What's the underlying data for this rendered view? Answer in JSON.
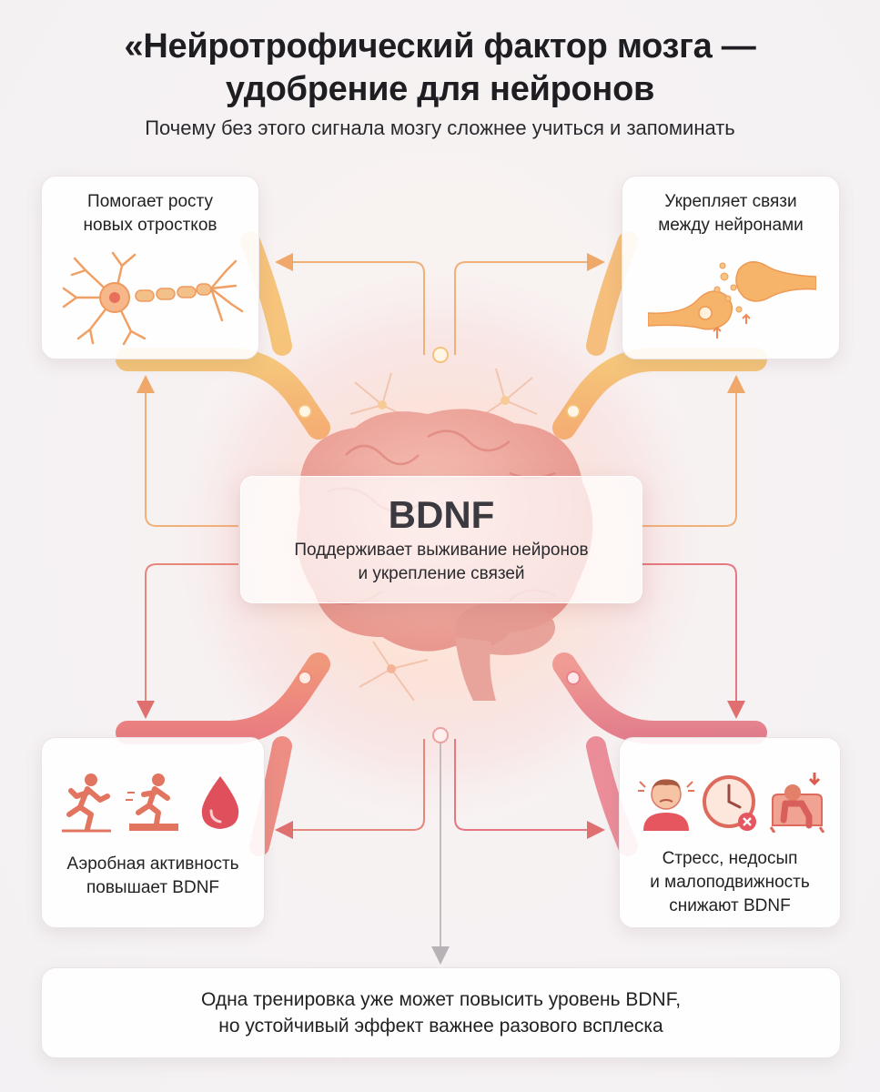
{
  "header": {
    "title_line1": "«Нейротрофический фактор мозга —",
    "title_line2": "удобрение для нейронов",
    "subtitle": "Почему без этого сигнала мозгу сложнее учиться и запоминать"
  },
  "center": {
    "title": "BDNF",
    "text_line1": "Поддерживает выживание нейронов",
    "text_line2": "и укрепление связей"
  },
  "cards": {
    "top_left": {
      "line1": "Помогает росту",
      "line2": "новых отростков",
      "icon": "neuron-icon"
    },
    "top_right": {
      "line1": "Укрепляет связи",
      "line2": "между нейронами",
      "icon": "synapse-icon"
    },
    "bottom_left": {
      "line1": "Аэробная активность",
      "line2": "повышает BDNF",
      "icons": [
        "running-icon",
        "treadmill-icon",
        "blood-drop-icon"
      ]
    },
    "bottom_right": {
      "line1": "Стресс, недосып",
      "line2": "и малоподвижность",
      "line3": "снижают BDNF",
      "icons": [
        "stressed-person-icon",
        "clock-icon",
        "sedentary-person-icon"
      ]
    }
  },
  "footer": {
    "line1": "Одна тренировка уже может повысить уровень BDNF,",
    "line2": "но устойчивый эффект важнее разового всплеска"
  },
  "colors": {
    "orange": "#f2b35c",
    "coral": "#ef8870",
    "red": "#e4707a",
    "brain": "#eea59a",
    "text": "#1e1e22"
  }
}
